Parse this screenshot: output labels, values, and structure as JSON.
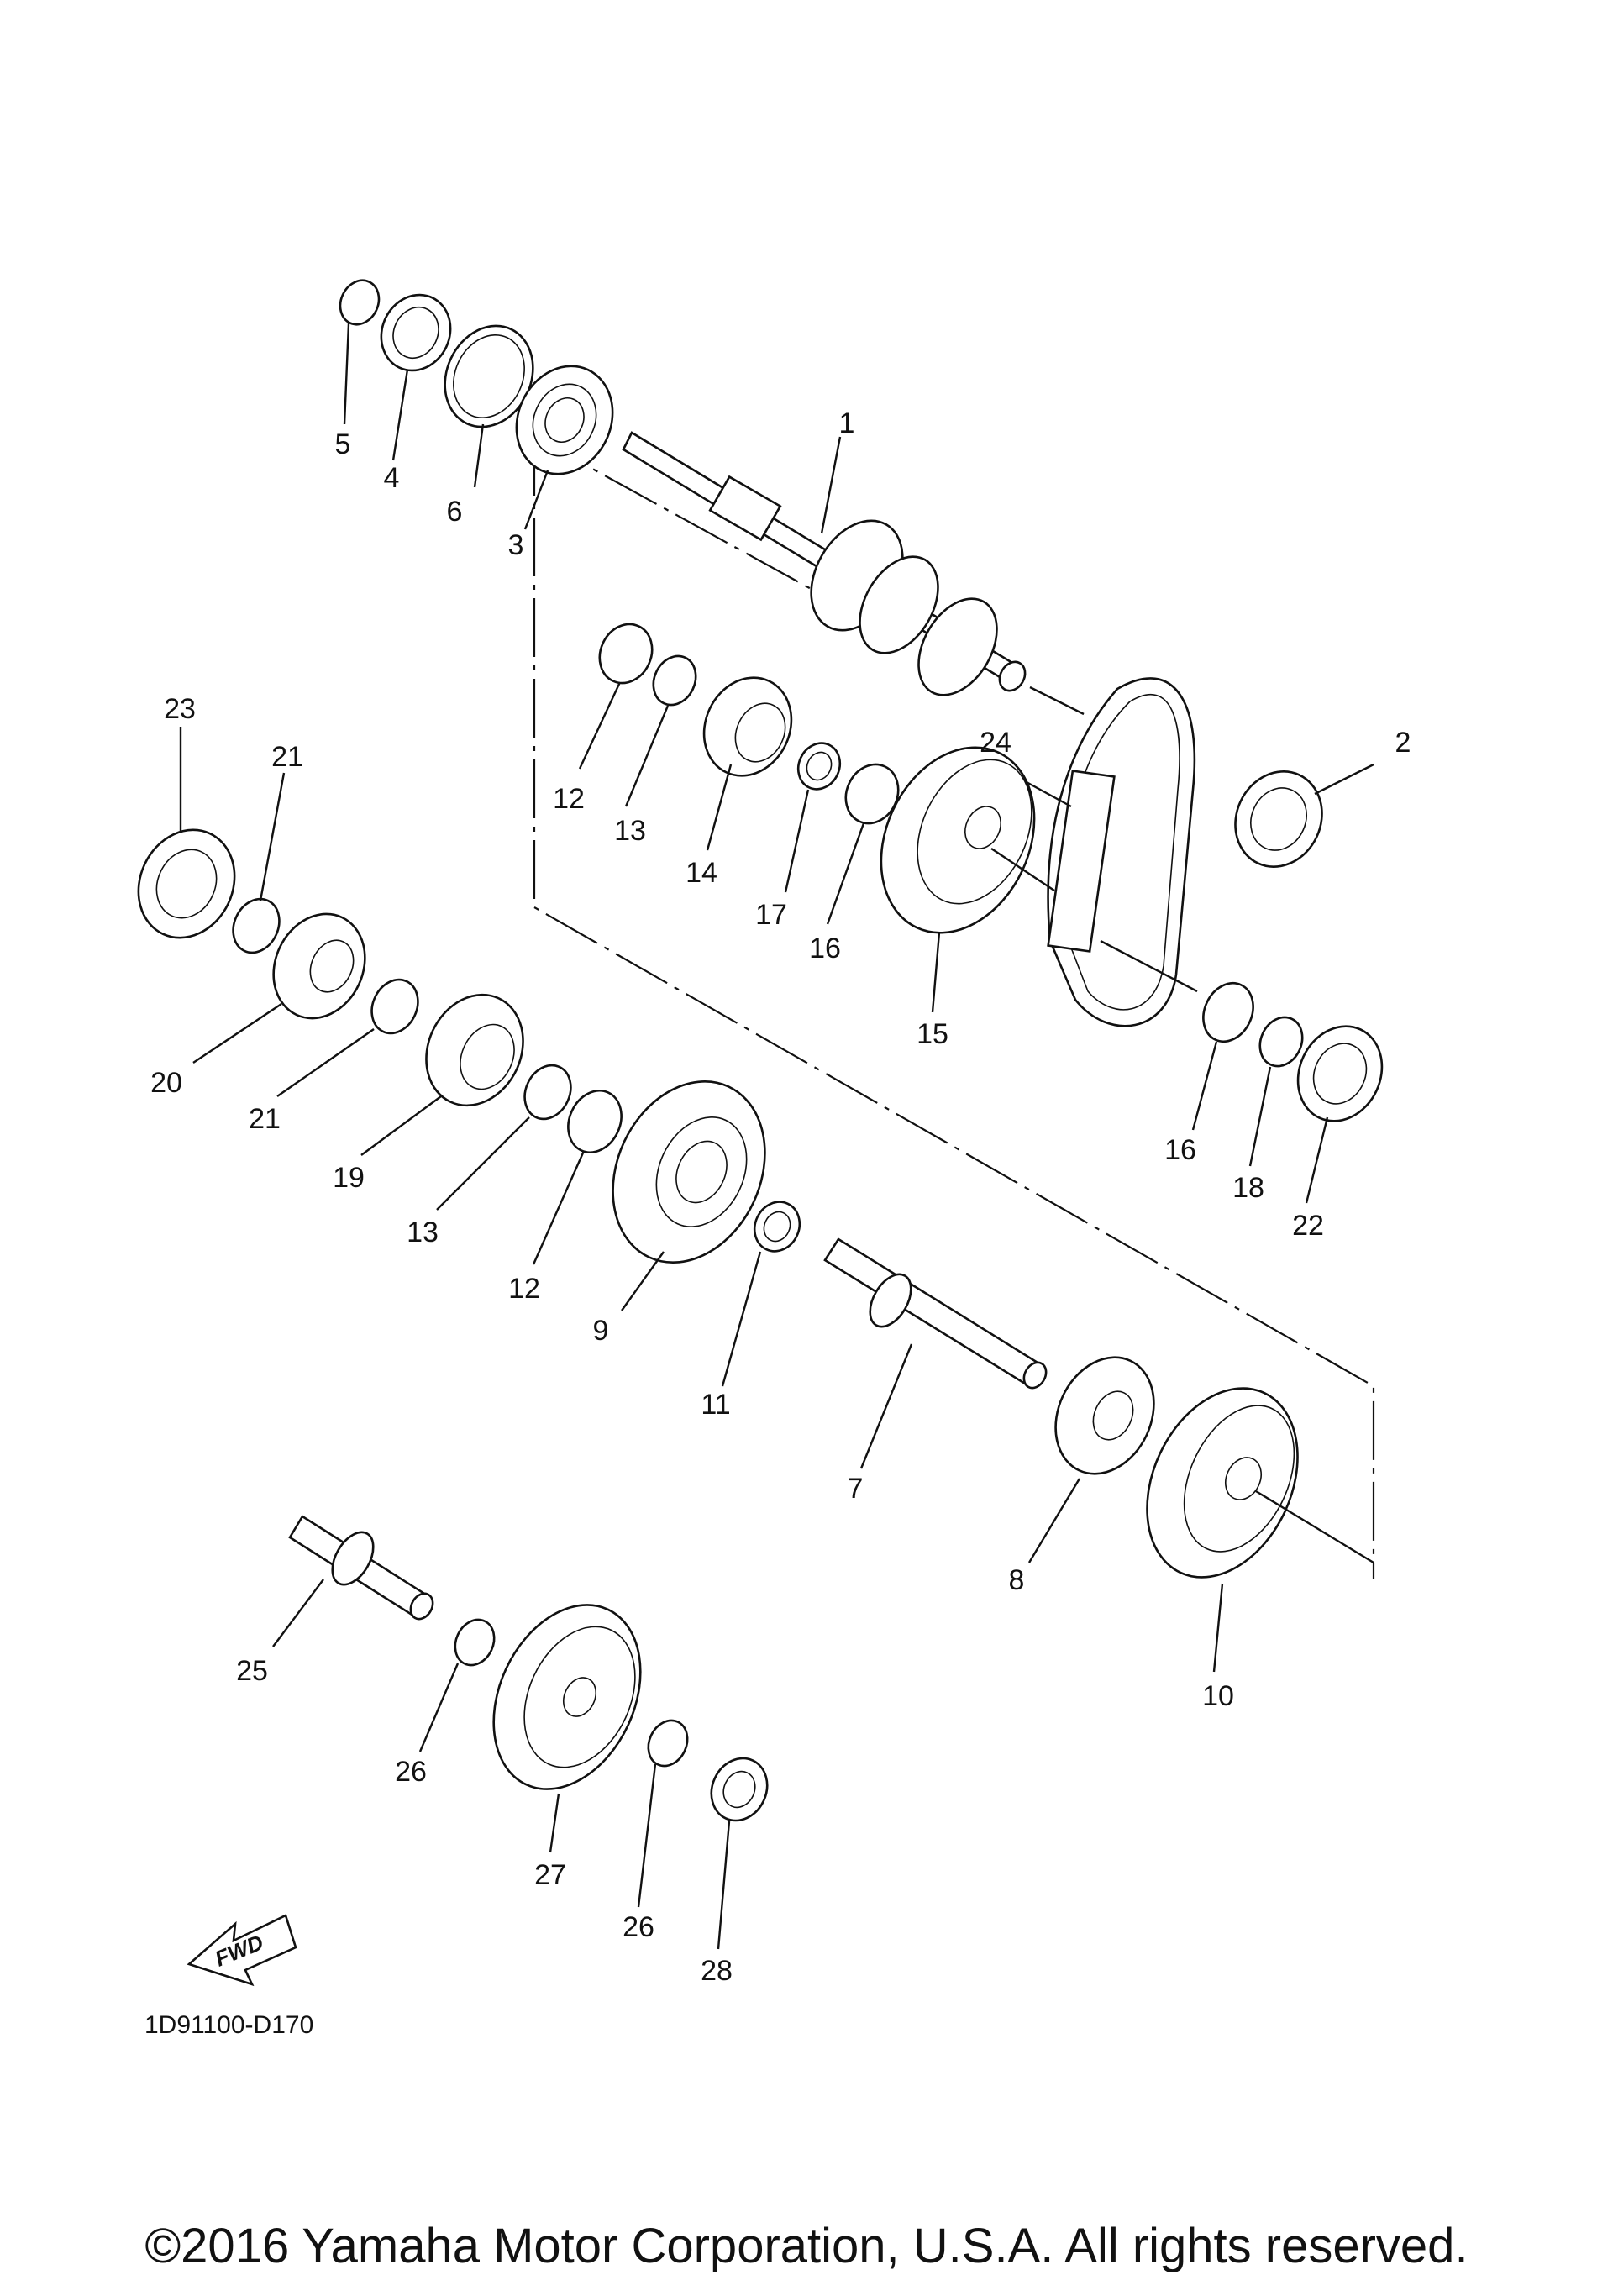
{
  "diagram": {
    "callouts": [
      "1",
      "2",
      "3",
      "4",
      "5",
      "6",
      "7",
      "8",
      "9",
      "10",
      "11",
      "12",
      "12",
      "13",
      "13",
      "14",
      "15",
      "16",
      "16",
      "17",
      "18",
      "19",
      "20",
      "21",
      "21",
      "22",
      "23",
      "24",
      "25",
      "26",
      "26",
      "27",
      "28"
    ],
    "fwd_label": "FWD",
    "diagram_code": "1D91100-D170"
  },
  "footer": {
    "copyright": "©2016 Yamaha Motor Corporation, U.S.A. All rights reserved."
  }
}
